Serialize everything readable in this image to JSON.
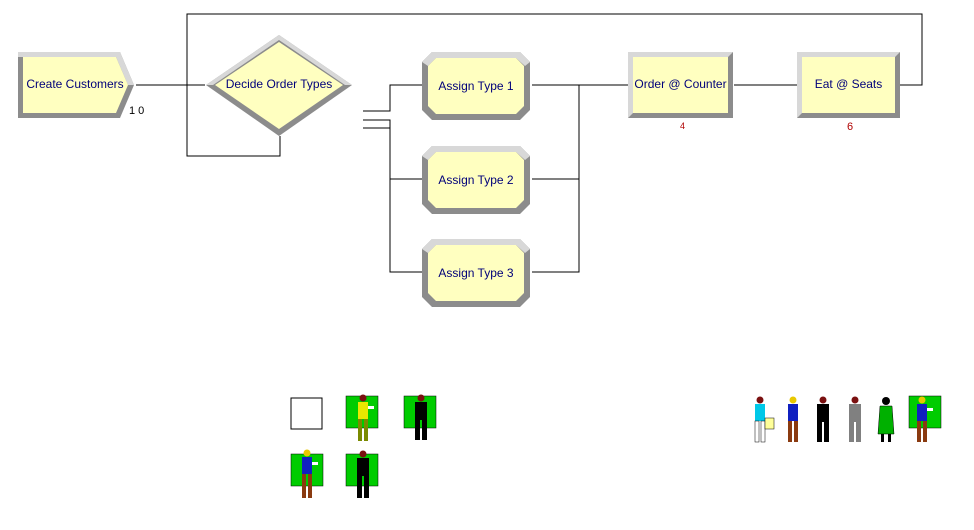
{
  "modules": {
    "create": {
      "label": "Create Customers",
      "count": "1 0"
    },
    "decide": {
      "label": "Decide Order Types"
    },
    "assign1": {
      "label": "Assign Type 1"
    },
    "assign2": {
      "label": "Assign Type 2"
    },
    "assign3": {
      "label": "Assign Type 3"
    },
    "order": {
      "label": "Order @ Counter",
      "count": "4"
    },
    "eat": {
      "label": "Eat @ Seats",
      "count": "6"
    }
  },
  "colors": {
    "module_fill": "#ffffc0",
    "module_border": "#8c8c8c",
    "connector": "#000000",
    "picture_bg": "#00cc00"
  },
  "pictures": {
    "entity_set_a": [
      "empty-box-icon",
      "person-yellow-icon",
      "person-black-icon",
      "person-blue-icon",
      "person-black-icon"
    ],
    "entity_set_b": [
      "person-cyan-icon",
      "person-blue-icon",
      "person-black-icon",
      "person-gray-icon",
      "person-green-icon",
      "person-blue-icon"
    ]
  }
}
